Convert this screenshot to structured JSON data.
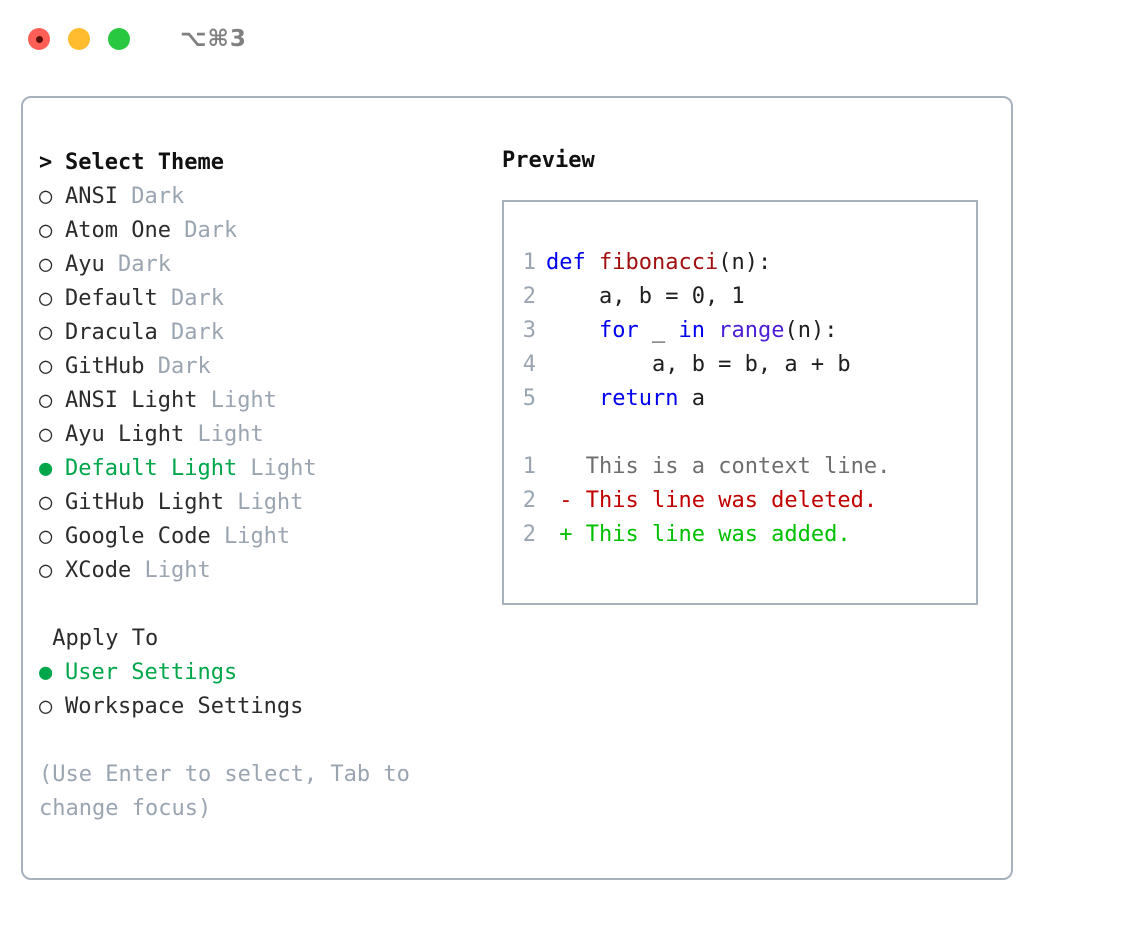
{
  "titlebar": {
    "shortcut": "⌥⌘3",
    "lights": [
      "close-button",
      "minimize-button",
      "maximize-button"
    ]
  },
  "theme_list": {
    "header_marker": ">",
    "header": "Select Theme",
    "items": [
      {
        "marker": "○",
        "name": "ANSI",
        "variant": "Dark",
        "selected": false
      },
      {
        "marker": "○",
        "name": "Atom One",
        "variant": "Dark",
        "selected": false
      },
      {
        "marker": "○",
        "name": "Ayu",
        "variant": "Dark",
        "selected": false
      },
      {
        "marker": "○",
        "name": "Default",
        "variant": "Dark",
        "selected": false
      },
      {
        "marker": "○",
        "name": "Dracula",
        "variant": "Dark",
        "selected": false
      },
      {
        "marker": "○",
        "name": "GitHub",
        "variant": "Dark",
        "selected": false
      },
      {
        "marker": "○",
        "name": "ANSI Light",
        "variant": "Light",
        "selected": false
      },
      {
        "marker": "○",
        "name": "Ayu Light",
        "variant": "Light",
        "selected": false
      },
      {
        "marker": "●",
        "name": "Default Light",
        "variant": "Light",
        "selected": true
      },
      {
        "marker": "○",
        "name": "GitHub Light",
        "variant": "Light",
        "selected": false
      },
      {
        "marker": "○",
        "name": "Google Code",
        "variant": "Light",
        "selected": false
      },
      {
        "marker": "○",
        "name": "XCode",
        "variant": "Light",
        "selected": false
      }
    ]
  },
  "apply_to": {
    "label": "Apply To",
    "options": [
      {
        "marker": "●",
        "label": "User Settings",
        "selected": true
      },
      {
        "marker": "○",
        "label": "Workspace Settings",
        "selected": false
      }
    ]
  },
  "hint": "(Use Enter to select, Tab to change focus)",
  "preview": {
    "title": "Preview",
    "code_lines": [
      {
        "no": "1",
        "tokens": [
          {
            "t": "def ",
            "c": "kw"
          },
          {
            "t": "fibonacci",
            "c": "fn"
          },
          {
            "t": "(n):",
            "c": "plain"
          }
        ]
      },
      {
        "no": "2",
        "tokens": [
          {
            "t": "    a, b = 0, 1",
            "c": "plain"
          }
        ]
      },
      {
        "no": "3",
        "tokens": [
          {
            "t": "    for ",
            "c": "kw"
          },
          {
            "t": "_ ",
            "c": "plain"
          },
          {
            "t": "in ",
            "c": "kw"
          },
          {
            "t": "range",
            "c": "builtin"
          },
          {
            "t": "(n):",
            "c": "plain"
          }
        ]
      },
      {
        "no": "4",
        "tokens": [
          {
            "t": "        a, b = b, a + b",
            "c": "plain"
          }
        ]
      },
      {
        "no": "5",
        "tokens": [
          {
            "t": "    return ",
            "c": "kw"
          },
          {
            "t": "a",
            "c": "plain"
          }
        ]
      }
    ],
    "diff_lines": [
      {
        "no": "1",
        "sign": " ",
        "text": "This is a context line.",
        "kind": "ctx"
      },
      {
        "no": "2",
        "sign": "-",
        "text": "This line was deleted.",
        "kind": "del"
      },
      {
        "no": "2",
        "sign": "+",
        "text": "This line was added.",
        "kind": "add"
      }
    ]
  },
  "colors": {
    "accent_green": "#00A64A",
    "muted": "#9AA5B1",
    "border": "#A8B2BE",
    "keyword": "#0000EE",
    "function": "#A01010",
    "builtin": "#4B1FD6",
    "diff_add": "#00C000",
    "diff_del": "#C00000",
    "light_red": "#FF5F57",
    "light_yellow": "#FEBC2E",
    "light_green": "#28C840"
  }
}
